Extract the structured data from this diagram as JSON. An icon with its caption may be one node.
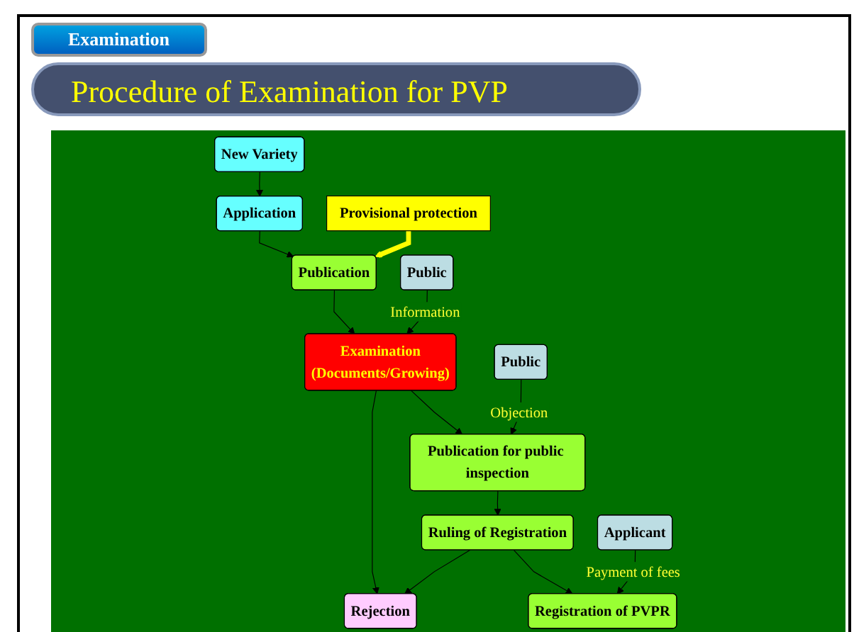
{
  "diagram": {
    "title": "Procedure of Examination for PVP",
    "nodes": [
      {
        "text": [
          "Application"
        ]
      },
      {
        "text": [
          "New Variety"
        ]
      },
      {
        "text": [
          "Publication"
        ]
      },
      {
        "text": [
          "Provisional protection"
        ]
      },
      {
        "text": [
          "Public"
        ]
      },
      {
        "text": [
          "Examination",
          "(Documents/Growing)"
        ]
      },
      {
        "text": [
          "Rejection"
        ]
      },
      {
        "text": [
          "Public"
        ]
      },
      {
        "text": [
          "Publication for public inspection"
        ]
      },
      {
        "text": [
          "Ruling of Registration"
        ]
      },
      {
        "text": [
          "Applicant"
        ]
      },
      {
        "text": [
          "Registration of PVPR"
        ]
      }
    ],
    "edges": [
      {
        "from": 1,
        "to": 0,
        "arrow": "to"
      },
      {
        "from": 0,
        "to": 2,
        "arrow": "to"
      },
      {
        "from": 3,
        "to": 2,
        "arrow": "to",
        "style": "thick",
        "color": "#ffff00"
      },
      {
        "from": 2,
        "to": 5,
        "arrow": "to"
      },
      {
        "from": 4,
        "to": 5,
        "arrow": "to",
        "label": "Information"
      },
      {
        "from": 5,
        "to": 6,
        "arrow": "to"
      },
      {
        "from": 5,
        "to": 8,
        "arrow": "to"
      },
      {
        "from": 7,
        "to": 8,
        "arrow": "to",
        "label": "Objection"
      },
      {
        "from": 8,
        "to": 9,
        "arrow": "to"
      },
      {
        "from": 9,
        "to": 6,
        "arrow": "to"
      },
      {
        "from": 9,
        "to": 11,
        "arrow": "to"
      },
      {
        "from": 10,
        "to": 11,
        "arrow": "to",
        "label": "Payment of fees"
      }
    ],
    "labels": [
      "Examination"
    ]
  }
}
